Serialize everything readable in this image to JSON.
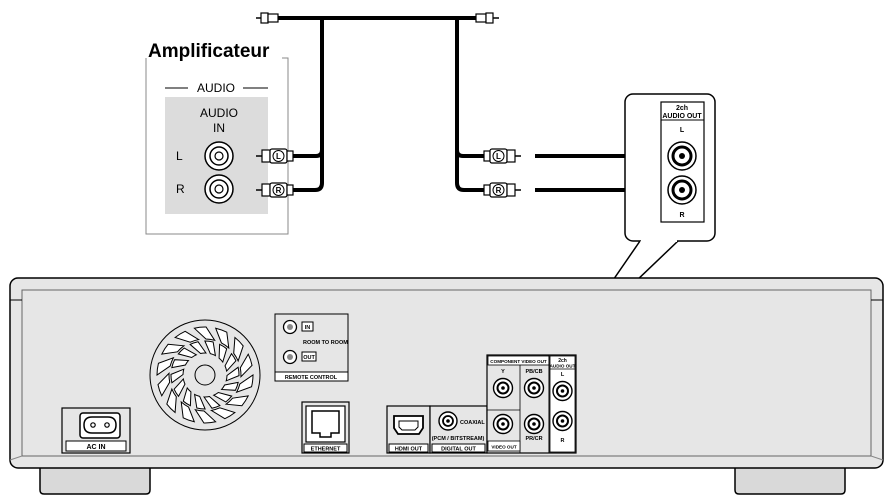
{
  "amplifier": {
    "title": "Amplificateur",
    "section_label": "AUDIO",
    "input_label_line1": "AUDIO",
    "input_label_line2": "IN",
    "left_label": "L",
    "right_label": "R"
  },
  "cable": {
    "plug_left_mark": "L",
    "plug_right_mark": "R"
  },
  "zoom_panel": {
    "title_line1": "2ch",
    "title_line2": "AUDIO OUT",
    "left_label": "L",
    "right_label": "R"
  },
  "player": {
    "ac_in_label": "AC IN",
    "remote_in_mark": "IN",
    "remote_out_mark": "OUT",
    "room_to_room_label": "ROOM TO ROOM",
    "remote_control_label": "REMOTE CONTROL",
    "ethernet_label": "ETHERNET",
    "hdmi_out_label": "HDMI OUT",
    "coaxial_label": "COAXIAL",
    "pcm_bitstream_label": "(PCM / BITSTREAM)",
    "digital_out_label": "DIGITAL OUT",
    "component_video_out_label": "COMPONENT VIDEO OUT",
    "y_label": "Y",
    "pb_cb_label": "PB/CB",
    "pr_cr_label": "PR/CR",
    "video_out_label": "VIDEO OUT",
    "audio_out_line1": "2ch",
    "audio_out_line2": "AUDIO OUT",
    "audio_out_left": "L",
    "audio_out_right": "R"
  }
}
